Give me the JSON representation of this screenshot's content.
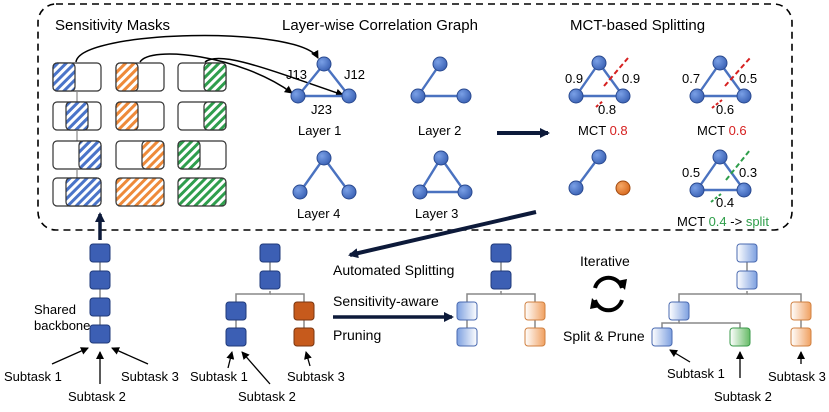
{
  "sections": {
    "sensitivity_masks": "Sensitivity Masks",
    "correlation_graph": "Layer-wise Correlation Graph",
    "mct_splitting": "MCT-based Splitting"
  },
  "graph_labels": {
    "j13": "J13",
    "j12": "J12",
    "j23": "J23",
    "layer1": "Layer 1",
    "layer2": "Layer 2",
    "layer3": "Layer 3",
    "layer4": "Layer 4"
  },
  "mct": {
    "a": {
      "left": "0.9",
      "right": "0.9",
      "bottom": "0.8",
      "label": "MCT",
      "value": "0.8"
    },
    "b": {
      "left": "0.7",
      "right": "0.5",
      "bottom": "0.6",
      "label": "MCT",
      "value": "0.6"
    },
    "c": {
      "left": "0.5",
      "right": "0.3",
      "bottom": "0.4",
      "label": "MCT",
      "value": "0.4",
      "arrow": "->",
      "action": "split"
    }
  },
  "bottom": {
    "shared_backbone_line1": "Shared",
    "shared_backbone_line2": "backbone",
    "automated_splitting": "Automated Splitting",
    "sensitivity_aware": "Sensitivity-aware",
    "pruning": "Pruning",
    "iterative": "Iterative",
    "split_prune": "Split & Prune",
    "subtask1": "Subtask 1",
    "subtask2": "Subtask 2",
    "subtask3": "Subtask 3"
  },
  "colors": {
    "blue": "#3c5fb4",
    "blue_dark": "#1f3a7a",
    "orange": "#e07b2e",
    "green": "#2e9e4a",
    "red": "#d62020",
    "node": "#4472c4"
  }
}
